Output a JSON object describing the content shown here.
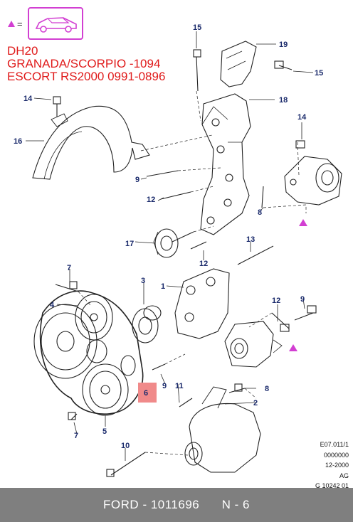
{
  "legend": {
    "equals": "="
  },
  "title_lines": [
    "DH20",
    "GRANADA/SCORPIO -1094",
    "ESCORT RS2000 0991-0896"
  ],
  "callouts": [
    "15",
    "19",
    "15",
    "14",
    "18",
    "14",
    "16",
    "9",
    "12",
    "8",
    "17",
    "13",
    "12",
    "7",
    "3",
    "1",
    "4",
    "12",
    "9",
    "9",
    "6",
    "11",
    "8",
    "2",
    "7",
    "5",
    "10"
  ],
  "ref_codes": [
    "E07.011/1",
    "0000000",
    "12-2000",
    "AG",
    "G 10242 01"
  ],
  "footer": {
    "brand": "FORD",
    "part_number": "1011696",
    "position": "N - 6"
  },
  "colors": {
    "accent_magenta": "#d23fd2",
    "title_red": "#e01b1b",
    "callout_navy": "#1a2a6b",
    "highlight_pink": "#f08a8a",
    "footer_gray": "#7f7f7f"
  }
}
